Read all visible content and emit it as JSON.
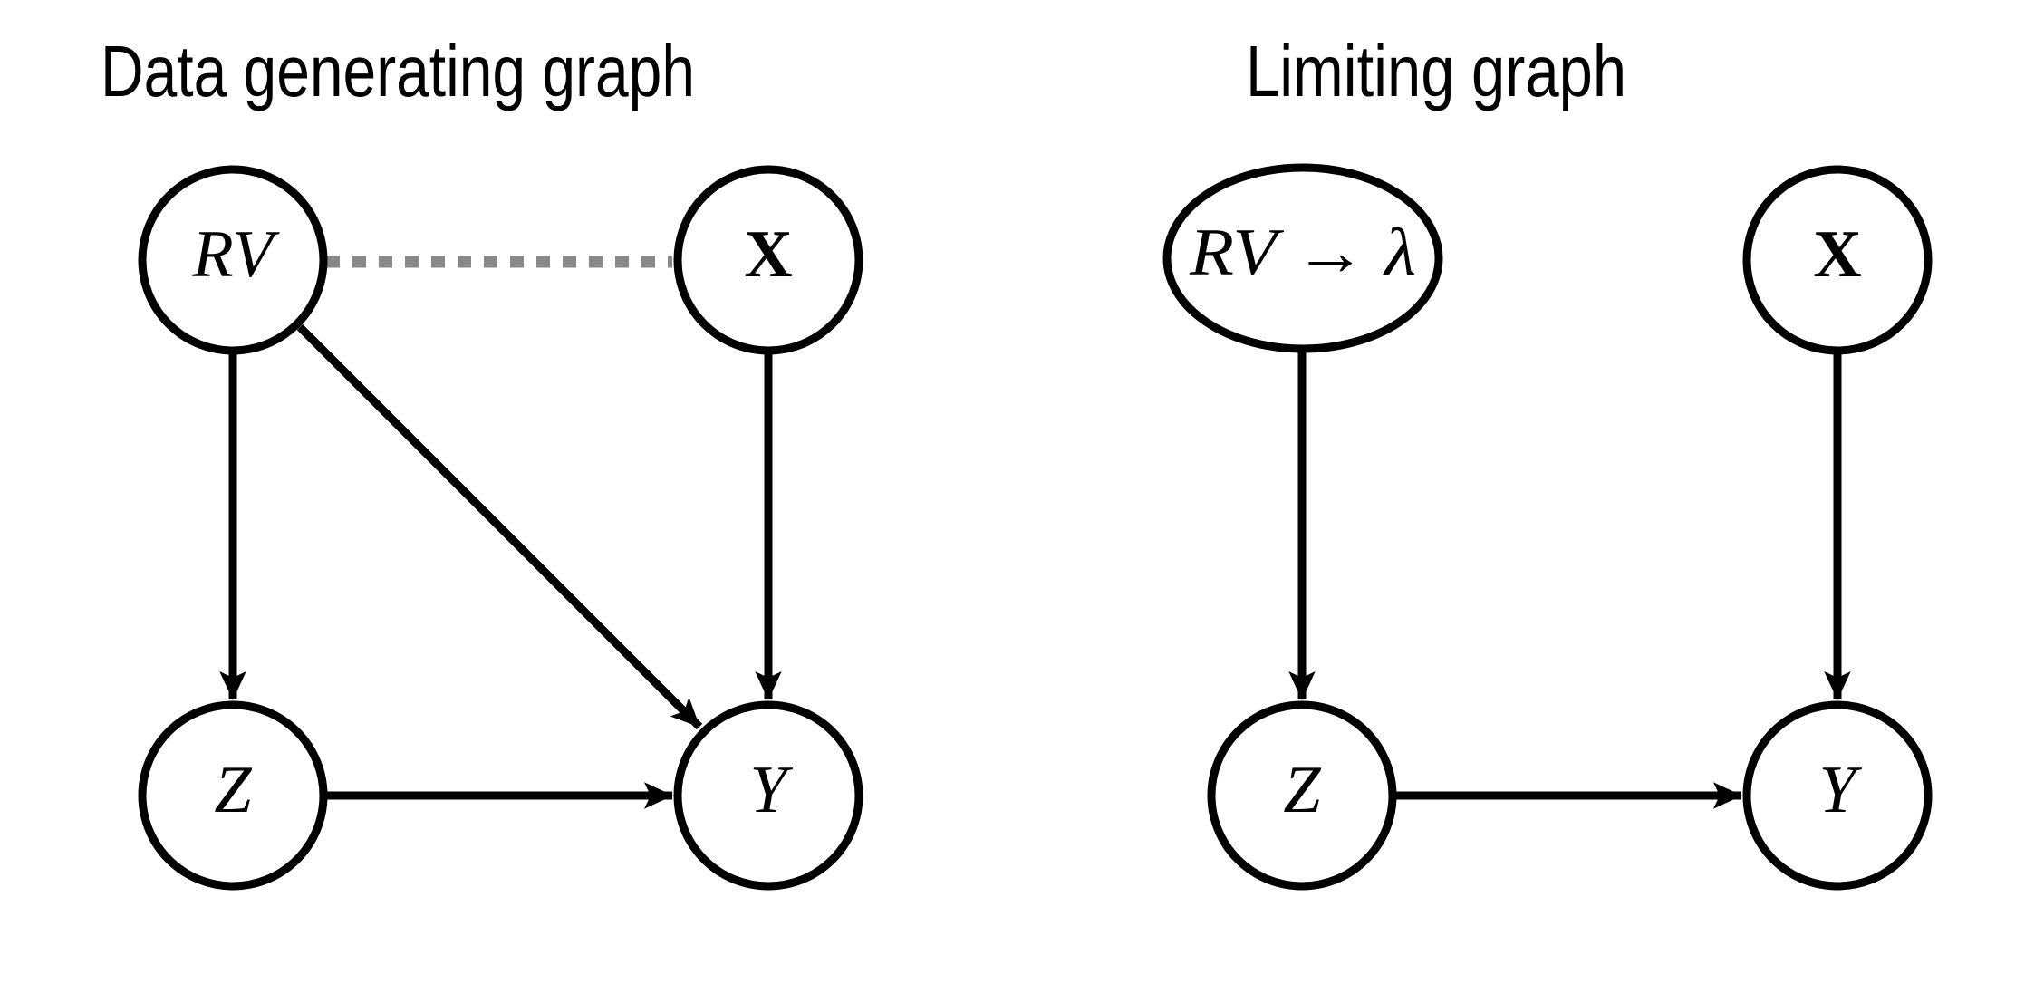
{
  "figure": {
    "background": "#ffffff",
    "colors": {
      "node_stroke": "#000000",
      "edge": "#000000",
      "dashed_edge": "#888888",
      "text": "#000000"
    }
  },
  "left_graph": {
    "title": "Data generating graph",
    "nodes": {
      "rv": {
        "label": "RV",
        "shape": "circle"
      },
      "x": {
        "label": "X",
        "shape": "circle"
      },
      "z": {
        "label": "Z",
        "shape": "circle"
      },
      "y": {
        "label": "Y",
        "shape": "circle"
      }
    },
    "edges": [
      {
        "from": "RV",
        "to": "X",
        "style": "dashed",
        "directed": false
      },
      {
        "from": "RV",
        "to": "Z",
        "style": "solid",
        "directed": true
      },
      {
        "from": "RV",
        "to": "Y",
        "style": "solid",
        "directed": true
      },
      {
        "from": "X",
        "to": "Y",
        "style": "solid",
        "directed": true
      },
      {
        "from": "Z",
        "to": "Y",
        "style": "solid",
        "directed": true
      }
    ]
  },
  "right_graph": {
    "title": "Limiting graph",
    "nodes": {
      "rv_lambda": {
        "label": "RV → λ",
        "shape": "ellipse"
      },
      "x": {
        "label": "X",
        "shape": "circle"
      },
      "z": {
        "label": "Z",
        "shape": "circle"
      },
      "y": {
        "label": "Y",
        "shape": "circle"
      }
    },
    "edges": [
      {
        "from": "RV → λ",
        "to": "Z",
        "style": "solid",
        "directed": true
      },
      {
        "from": "X",
        "to": "Y",
        "style": "solid",
        "directed": true
      },
      {
        "from": "Z",
        "to": "Y",
        "style": "solid",
        "directed": true
      }
    ]
  }
}
